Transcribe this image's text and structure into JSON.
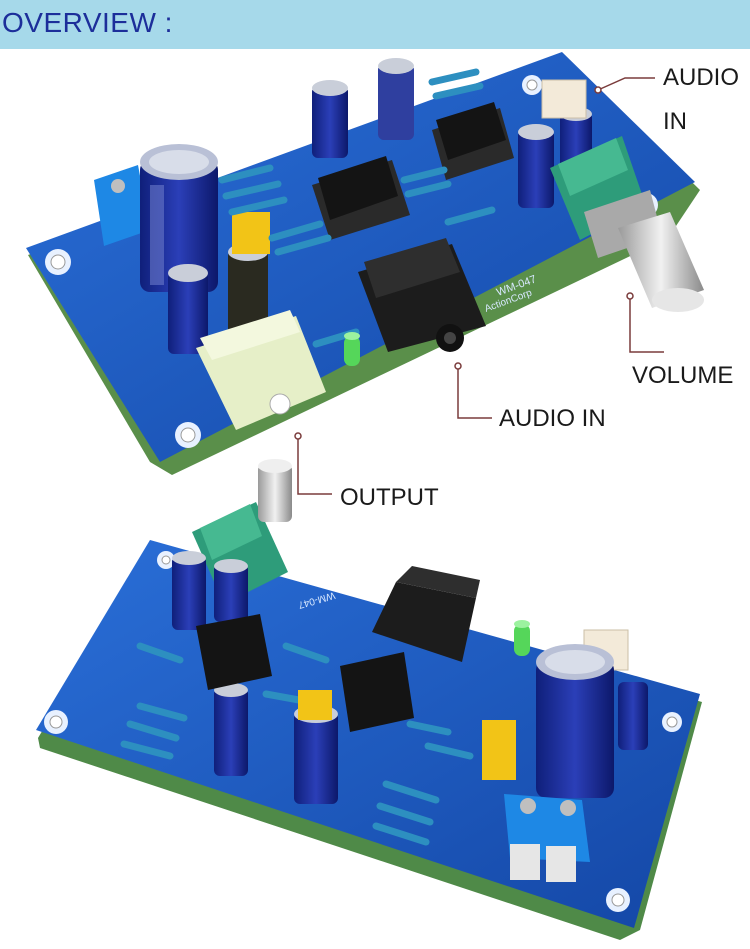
{
  "header": {
    "title": "OVERVIEW :"
  },
  "callouts": {
    "audio_in_top_line1": "AUDIO",
    "audio_in_top_line2": "IN",
    "volume": "VOLUME",
    "audio_in_jack": "AUDIO IN",
    "output": "OUTPUT"
  },
  "board_silkscreen": {
    "model": "WM-047",
    "maker": "ActionCorp"
  },
  "colors": {
    "header_bg": "#a6d9ea",
    "header_text": "#1c2e9a",
    "pcb": "#1d5fc4",
    "callout_line": "#7a3b3b"
  }
}
